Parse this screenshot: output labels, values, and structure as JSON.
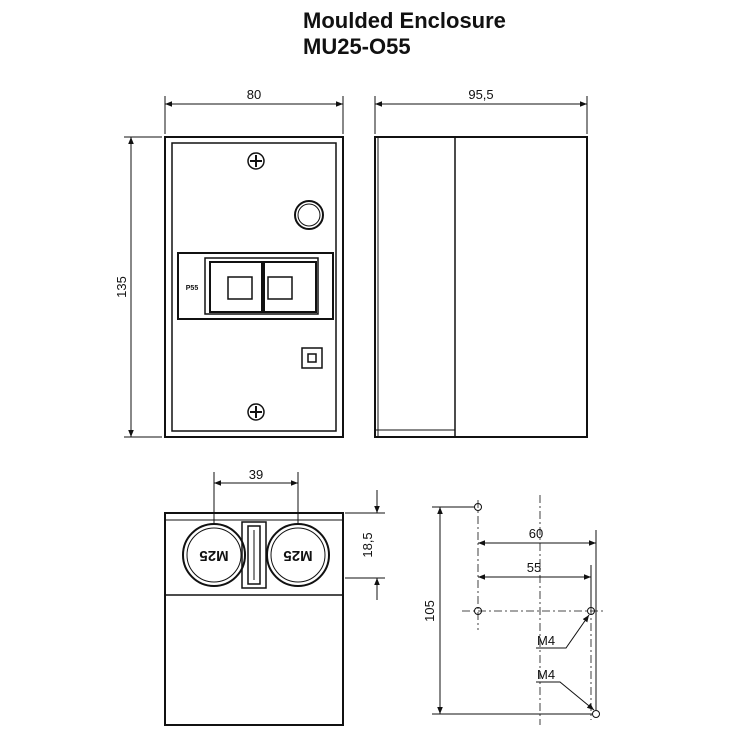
{
  "title": {
    "line1": "Moulded Enclosure",
    "line2": "MU25-O55"
  },
  "front_view": {
    "width_dim": "80",
    "height_dim": "135",
    "badge": "P55"
  },
  "side_view": {
    "depth_dim": "95,5"
  },
  "bottom_view": {
    "spacing_dim": "39",
    "height_dim": "18,5",
    "gland_left": "M25",
    "gland_right": "M25"
  },
  "mounting_plan": {
    "height_dim": "105",
    "width_outer_dim": "60",
    "width_inner_dim": "55",
    "screw_upper": "M4",
    "screw_lower": "M4"
  }
}
